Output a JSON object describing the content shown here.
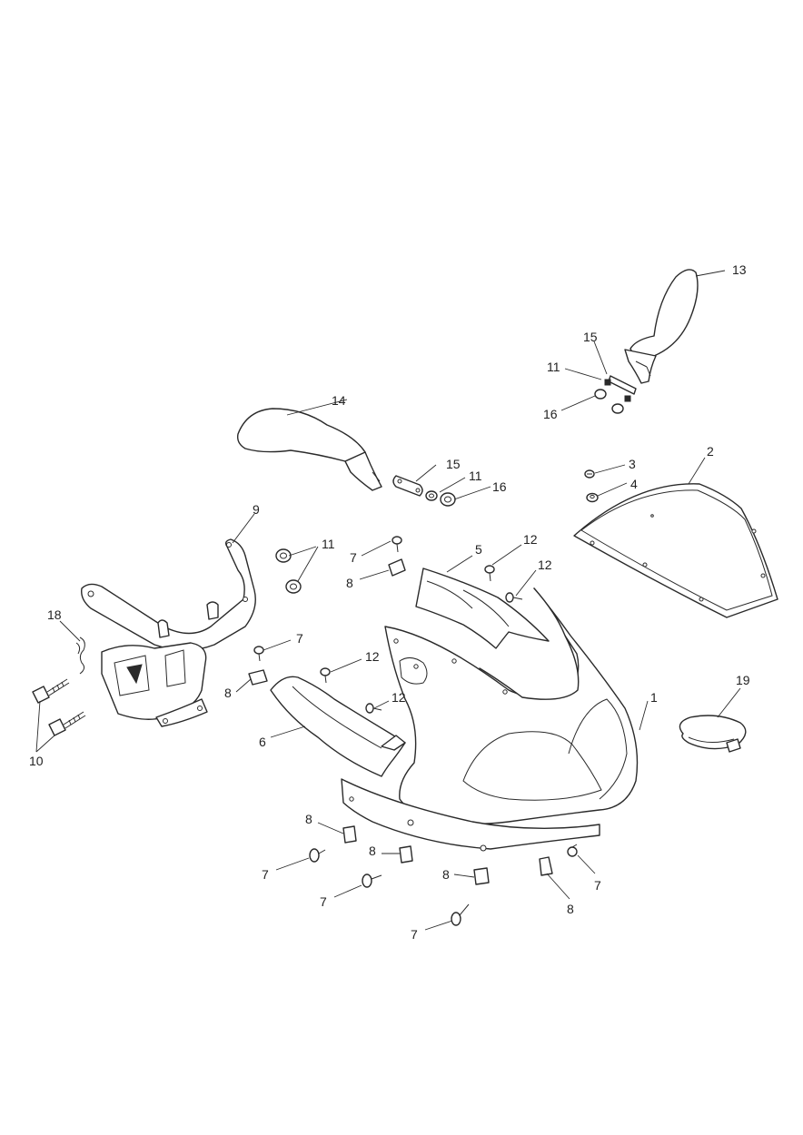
{
  "callouts": {
    "c1": "1",
    "c2": "2",
    "c3": "3",
    "c4": "4",
    "c5": "5",
    "c6": "6",
    "c7a": "7",
    "c7b": "7",
    "c7c": "7",
    "c7d": "7",
    "c7e": "7",
    "c7f": "7",
    "c8a": "8",
    "c8b": "8",
    "c8c": "8",
    "c8d": "8",
    "c8e": "8",
    "c8f": "8",
    "c9": "9",
    "c10": "10",
    "c11a": "11",
    "c11b": "11",
    "c11c": "11",
    "c12a": "12",
    "c12b": "12",
    "c12c": "12",
    "c12d": "12",
    "c13": "13",
    "c14": "14",
    "c15a": "15",
    "c15b": "15",
    "c16a": "16",
    "c16b": "16",
    "c18": "18",
    "c19": "19"
  }
}
